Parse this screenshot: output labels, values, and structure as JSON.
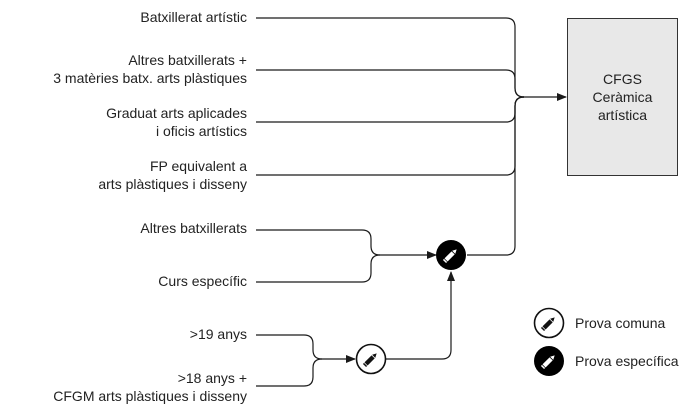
{
  "sources": [
    {
      "id": "batx-artistic",
      "line1": "Batxillerat artístic",
      "line2": ""
    },
    {
      "id": "altres-batx-3-materies",
      "line1": "Altres batxillerats +",
      "line2": "3 matèries batx. arts plàstiques"
    },
    {
      "id": "graduat-arts-aplicades",
      "line1": "Graduat arts aplicades",
      "line2": "i oficis artístics"
    },
    {
      "id": "fp-equivalent",
      "line1": "FP equivalent a",
      "line2": "arts plàstiques i disseny"
    },
    {
      "id": "altres-batx",
      "line1": "Altres batxillerats",
      "line2": ""
    },
    {
      "id": "curs-especific",
      "line1": "Curs específic",
      "line2": ""
    },
    {
      "id": "mes-19",
      "line1": ">19 anys",
      "line2": ""
    },
    {
      "id": "mes-18-cfgm",
      "line1": ">18 anys +",
      "line2": "CFGM arts plàstiques i disseny"
    }
  ],
  "target": {
    "line1": "CFGS",
    "line2": "Ceràmica",
    "line3": "artística"
  },
  "nodes": [
    {
      "id": "prova-comuna-node",
      "icon": "pencil-icon",
      "style": "outline"
    },
    {
      "id": "prova-especifica-node",
      "icon": "pencil-icon",
      "style": "filled"
    }
  ],
  "legend": {
    "items": [
      {
        "icon": "pencil-icon",
        "style": "outline",
        "label": "Prova comuna"
      },
      {
        "icon": "pencil-icon",
        "style": "filled",
        "label": "Prova específica"
      }
    ]
  },
  "colors": {
    "line": "#1a1a1a",
    "target_fill": "#e8e8e8",
    "target_border": "#333333",
    "node_filled": "#000000",
    "node_outline_fill": "#ffffff"
  }
}
